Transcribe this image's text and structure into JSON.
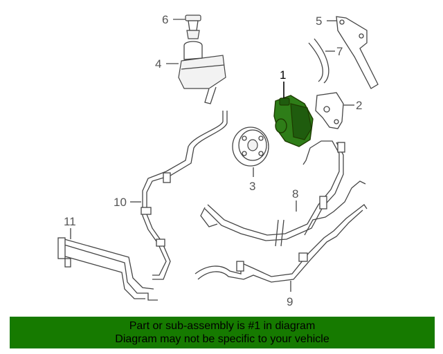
{
  "callouts": [
    {
      "id": "1",
      "label": "1"
    },
    {
      "id": "2",
      "label": "2"
    },
    {
      "id": "3",
      "label": "3"
    },
    {
      "id": "4",
      "label": "4"
    },
    {
      "id": "5",
      "label": "5"
    },
    {
      "id": "6",
      "label": "6"
    },
    {
      "id": "7",
      "label": "7"
    },
    {
      "id": "8",
      "label": "8"
    },
    {
      "id": "9",
      "label": "9"
    },
    {
      "id": "10",
      "label": "10"
    },
    {
      "id": "11",
      "label": "11"
    }
  ],
  "highlight_part": "1",
  "colors": {
    "highlight_part": "#2e7d18",
    "banner_bg": "#167a00",
    "line_art": "#444444"
  },
  "banner": {
    "line1": "Part or sub-assembly is #1 in diagram",
    "line2": "Diagram may not be specific to your vehicle"
  }
}
